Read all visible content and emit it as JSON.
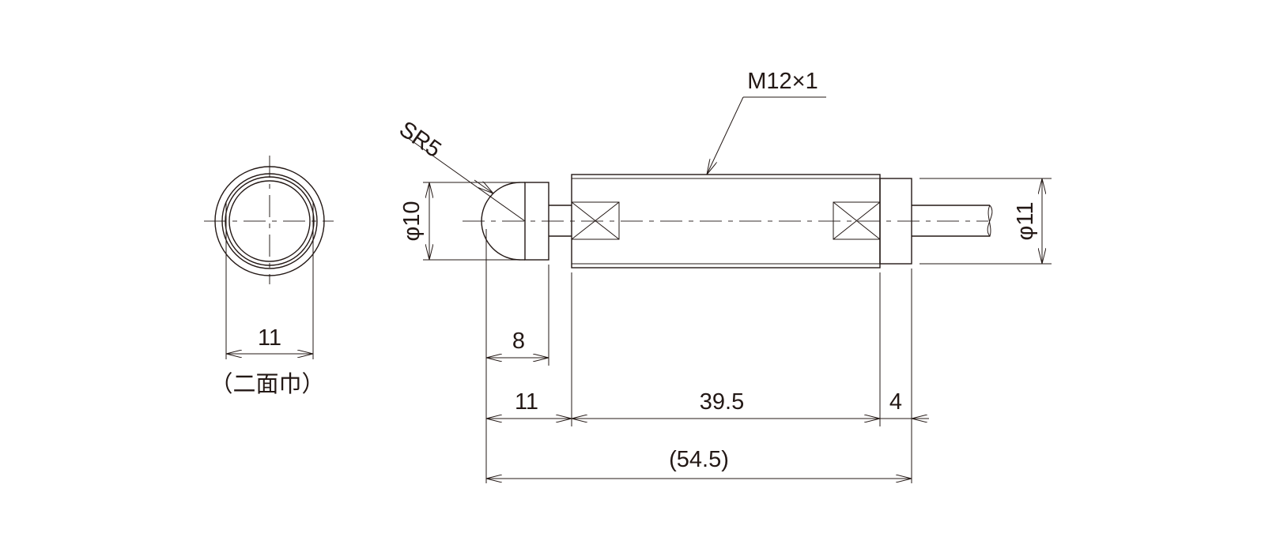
{
  "labels": {
    "thread": "M12×1",
    "sphere_radius": "SR5",
    "head_diameter": "φ10",
    "body_diameter": "φ11",
    "flats_width": "11",
    "flats_note": "（二面巾）",
    "head_length": "8",
    "tip_length": "11",
    "body_length": "39.5",
    "nut_length": "4",
    "overall_length": "(54.5)"
  },
  "colors": {
    "line": "#231815",
    "centerline": "#7a7573"
  }
}
